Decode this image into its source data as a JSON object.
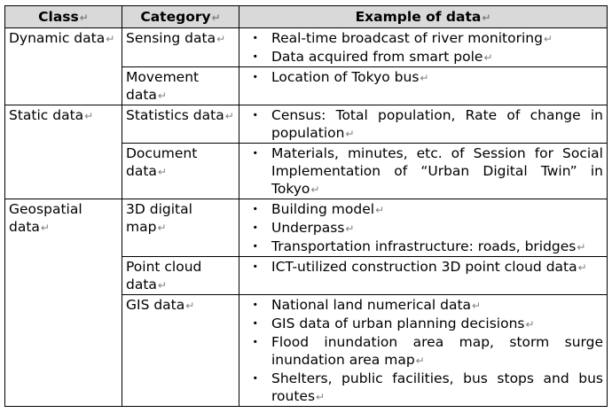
{
  "header": {
    "class_label": "Class",
    "category_label": "Category",
    "example_label": "Example of data"
  },
  "bullet": "・",
  "return_mark": "↵",
  "rows": [
    {
      "class": "Dynamic data",
      "categories": [
        {
          "name": "Sensing data",
          "examples": [
            "Real-time broadcast of river monitoring",
            "Data acquired from smart pole"
          ]
        },
        {
          "name": "Movement data",
          "examples": [
            "Location of Tokyo bus"
          ]
        }
      ]
    },
    {
      "class": "Static data",
      "categories": [
        {
          "name": "Statistics data",
          "examples": [
            "Census: Total population, Rate of change in population"
          ]
        },
        {
          "name": "Document data",
          "examples": [
            "Materials, minutes, etc. of Session for Social Implementation of “Urban Digital Twin” in Tokyo"
          ]
        }
      ]
    },
    {
      "class": "Geospatial data",
      "categories": [
        {
          "name": "3D digital map",
          "examples": [
            "Building model",
            "Underpass",
            "Transportation infrastructure: roads, bridges"
          ]
        },
        {
          "name": "Point cloud data",
          "examples": [
            "ICT-utilized construction 3D point cloud data"
          ]
        },
        {
          "name": "GIS data",
          "examples": [
            "National land numerical data",
            "GIS data of urban planning decisions",
            "Flood inundation area map, storm surge inundation area map",
            "Shelters, public facilities, bus stops and bus routes"
          ]
        }
      ]
    }
  ]
}
